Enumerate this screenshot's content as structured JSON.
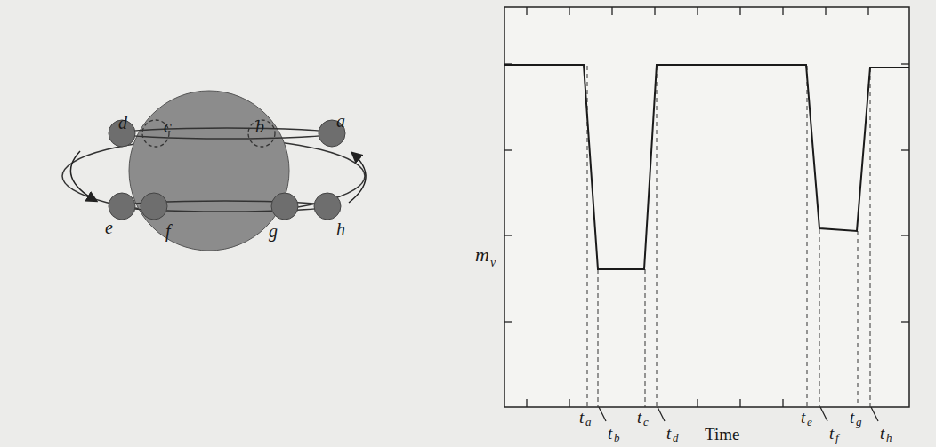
{
  "diagram": {
    "labels": [
      "d",
      "c",
      "b",
      "a",
      "e",
      "f",
      "g",
      "h",
      "m",
      "v",
      "t",
      "a",
      "t",
      "b",
      "t",
      "c",
      "t",
      "d",
      "t",
      "e",
      "t",
      "f",
      "t",
      "g",
      "t",
      "h",
      "Time"
    ]
  }
}
